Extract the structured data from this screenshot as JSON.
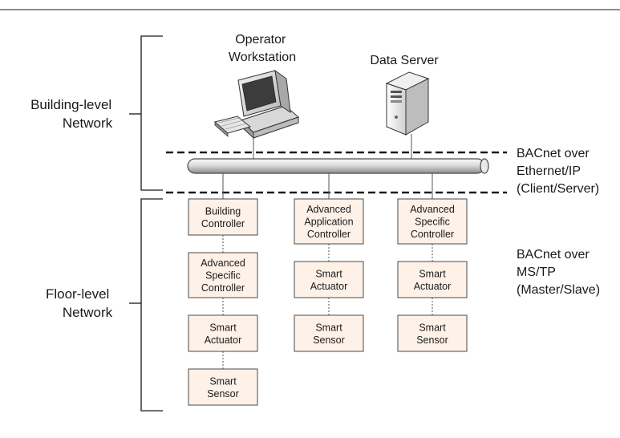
{
  "labels": {
    "building_network": [
      "Building-level",
      "Network"
    ],
    "floor_network": [
      "Floor-level",
      "Network"
    ],
    "operator_workstation": [
      "Operator",
      "Workstation"
    ],
    "data_server": [
      "Data Server"
    ],
    "bacnet_ethernet": [
      "BACnet over",
      "Ethernet/IP",
      "(Client/Server)"
    ],
    "bacnet_mstp": [
      "BACnet over",
      "MS/TP",
      "(Master/Slave)"
    ]
  },
  "columns": [
    {
      "id": "col1",
      "devices": [
        {
          "name": "building-controller",
          "lines": [
            "Building",
            "Controller"
          ]
        },
        {
          "name": "advanced-specific-controller",
          "lines": [
            "Advanced",
            "Specific",
            "Controller"
          ]
        },
        {
          "name": "smart-actuator",
          "lines": [
            "Smart",
            "Actuator"
          ]
        },
        {
          "name": "smart-sensor",
          "lines": [
            "Smart",
            "Sensor"
          ]
        }
      ]
    },
    {
      "id": "col2",
      "devices": [
        {
          "name": "advanced-application-controller",
          "lines": [
            "Advanced",
            "Application",
            "Controller"
          ]
        },
        {
          "name": "smart-actuator",
          "lines": [
            "Smart",
            "Actuator"
          ]
        },
        {
          "name": "smart-sensor",
          "lines": [
            "Smart",
            "Sensor"
          ]
        }
      ]
    },
    {
      "id": "col3",
      "devices": [
        {
          "name": "advanced-specific-controller",
          "lines": [
            "Advanced",
            "Specific",
            "Controller"
          ]
        },
        {
          "name": "smart-actuator",
          "lines": [
            "Smart",
            "Actuator"
          ]
        },
        {
          "name": "smart-sensor",
          "lines": [
            "Smart",
            "Sensor"
          ]
        }
      ]
    }
  ],
  "colors": {
    "box_fill": "#fdf1e8",
    "box_stroke": "#4a4a4a",
    "bus_light": "#f2f2f2",
    "bus_dark": "#9a9a9a"
  },
  "icons": [
    "computer-workstation-icon",
    "tower-server-icon"
  ]
}
